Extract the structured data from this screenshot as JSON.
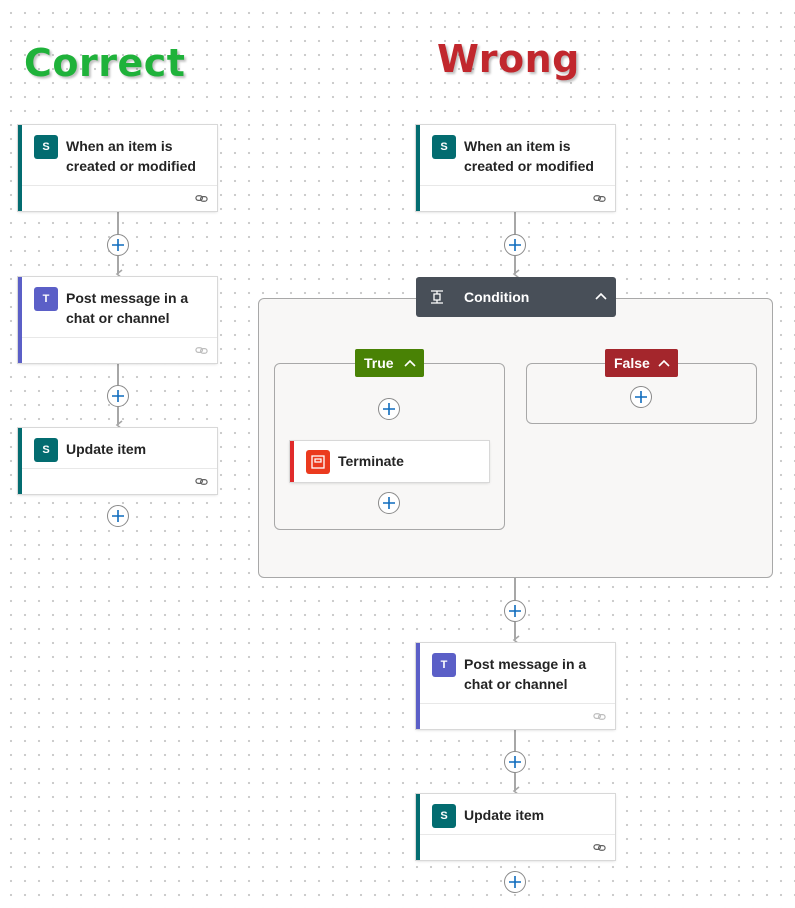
{
  "headings": {
    "correct": {
      "text": "Correct",
      "color": "#1fb23a"
    },
    "wrong": {
      "text": "Wrong",
      "color": "#c1272d"
    }
  },
  "correct_flow": {
    "trigger": {
      "title": "When an item is created or modified",
      "app_icon": "sharepoint-icon"
    },
    "post_message": {
      "title": "Post message in a chat or channel",
      "app_icon": "teams-icon"
    },
    "update_item": {
      "title": "Update item",
      "app_icon": "sharepoint-icon"
    }
  },
  "wrong_flow": {
    "trigger": {
      "title": "When an item is created or modified",
      "app_icon": "sharepoint-icon"
    },
    "condition": {
      "title": "Condition",
      "icon": "condition-icon"
    },
    "true_branch": {
      "label": "True",
      "color": "#498205"
    },
    "false_branch": {
      "label": "False",
      "color": "#a4262c"
    },
    "terminate": {
      "title": "Terminate",
      "icon": "terminate-icon",
      "color": "#eb3a1e"
    },
    "post_message": {
      "title": "Post message in a chat or channel",
      "app_icon": "teams-icon"
    },
    "update_item": {
      "title": "Update item",
      "app_icon": "sharepoint-icon"
    }
  },
  "colors": {
    "sharepoint": "#036c70",
    "teams": "#5b5fc7",
    "connector_line": "#a7a7a7",
    "plus_blue": "#0f6cbd",
    "condition_header": "#484f58"
  }
}
